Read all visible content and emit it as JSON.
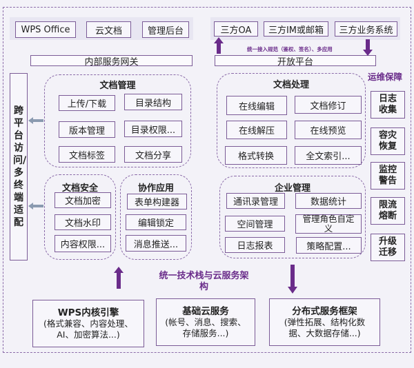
{
  "top_row": {
    "left": [
      "WPS Office",
      "云文档",
      "管理后台"
    ],
    "right": [
      "三方OA",
      "三方IM或邮箱",
      "三方业务系统"
    ]
  },
  "gateways": {
    "internal": "内部服务网关",
    "open": "开放平台",
    "open_note": "统一接入规范（鉴权、签名）、多应用"
  },
  "left_column": {
    "label": "跨平台访问/多终端适配"
  },
  "groups": {
    "doc_management": {
      "title": "文档管理",
      "items": [
        "上传/下载",
        "目录结构",
        "版本管理",
        "目录权限...",
        "文档标签",
        "文档分享"
      ]
    },
    "doc_processing": {
      "title": "文档处理",
      "items": [
        "在线编辑",
        "文档修订",
        "在线解压",
        "在线预览",
        "格式转换",
        "全文索引..."
      ]
    },
    "doc_security": {
      "title": "文档安全",
      "items": [
        "文档加密",
        "文档水印",
        "内容权限..."
      ]
    },
    "collaboration": {
      "title": "协作应用",
      "items": [
        "表单构建器",
        "编辑锁定",
        "消息推送..."
      ]
    },
    "enterprise": {
      "title": "企业管理",
      "items": [
        "通讯录管理",
        "数据统计",
        "空间管理",
        "管理角色自定义",
        "日志报表",
        "策略配置..."
      ]
    }
  },
  "ops": {
    "title": "运维保障",
    "items": [
      "日志收集",
      "容灾恢复",
      "监控警告",
      "限流熔断",
      "升级迁移"
    ]
  },
  "bottom": {
    "center_label": "统一技术栈与云服务架构",
    "boxes": [
      {
        "title": "WPS内核引擎",
        "desc": "(格式兼容、内容处理、AI、加密算法...)"
      },
      {
        "title": "基础云服务",
        "desc": "(帐号、消息、搜索、存储服务...)"
      },
      {
        "title": "分布式服务框架",
        "desc": "(弹性拓展、结构化数据、大数据存储...)"
      }
    ]
  },
  "colors": {
    "accent": "#6a2c8a",
    "border": "#7a5a96",
    "arrow_gray": "#8a9ab0",
    "background": "#f3f2f8"
  }
}
